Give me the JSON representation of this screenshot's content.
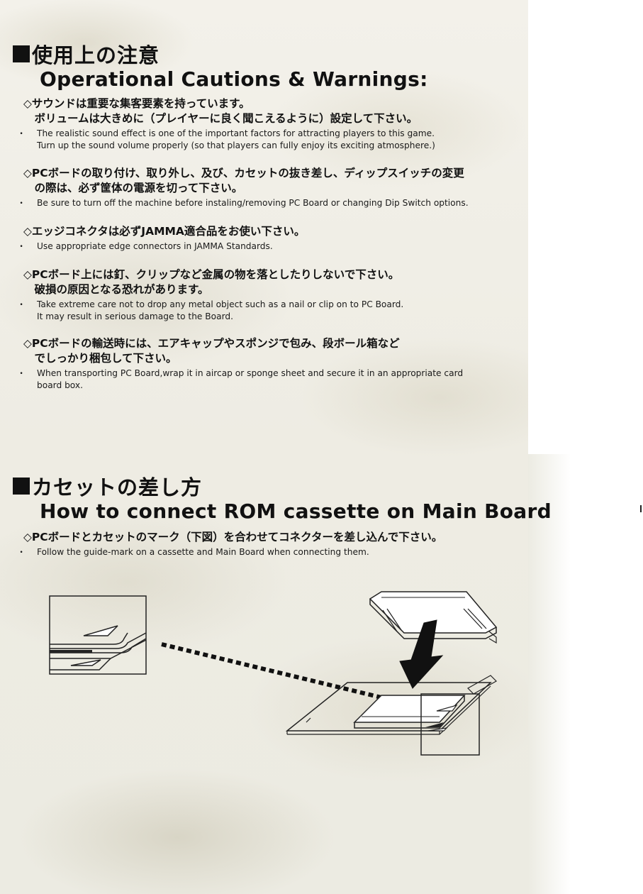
{
  "section1": {
    "jp_title": "使用上の注意",
    "en_title": "Operational Cautions & Warnings:",
    "items": [
      {
        "jp": "◇サウンドは重要な集客要素を持っています。\n　ボリュームは大きめに（プレイヤーに良く聞こえるように）設定して下さい。",
        "en": "The realistic sound effect is one of the important factors for attracting players to this game.\nTurn up the sound volume properly (so that players can fully enjoy its exciting atmosphere.)"
      },
      {
        "jp": "◇PCボードの取り付け、取り外し、及び、カセットの抜き差し、ディップスイッチの変更\n　の際は、必ず筐体の電源を切って下さい。",
        "en": "Be sure to turn off the machine before instaling/removing PC Board or changing Dip Switch options."
      },
      {
        "jp": "◇エッジコネクタは必ずJAMMA適合品をお使い下さい。",
        "en": "Use appropriate edge connectors in JAMMA Standards."
      },
      {
        "jp": "◇PCボード上には釘、クリップなど金属の物を落としたりしないで下さい。\n　破損の原因となる恐れがあります。",
        "en": "Take extreme care not to drop any metal object such as a nail or clip on to PC Board.\nIt may result in serious damage to the Board."
      },
      {
        "jp": "◇PCボードの輸送時には、エアキャップやスポンジで包み、段ボール箱など\n　でしっかり梱包して下さい。",
        "en": "When transporting PC Board,wrap it in aircap or sponge sheet and secure it in an appropriate card\nboard box."
      }
    ]
  },
  "section2": {
    "jp_title": "カセットの差し方",
    "en_title": "How to connect ROM cassette on Main Board",
    "items": [
      {
        "jp": "◇PCボードとカセットのマーク（下図）を合わせてコネクターを差し込んで下さい。",
        "en": "Follow the guide-mark on a cassette and Main Board when connecting them."
      }
    ]
  },
  "bullet_symbol": "・",
  "diagram_icon": "cassette-insertion-diagram"
}
